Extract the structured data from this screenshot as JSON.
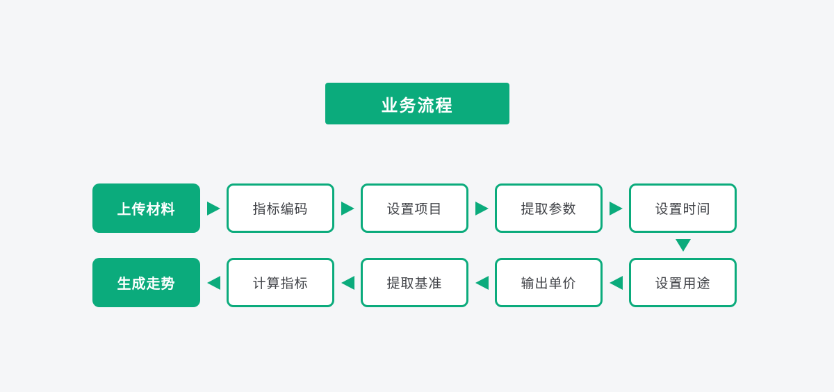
{
  "title": {
    "label": "业务流程"
  },
  "colors": {
    "accent_green": "#0bab7c",
    "background": "#f5f6f8",
    "node_text": "#3f4146",
    "filled_node_text": "#ffffff"
  },
  "flow": {
    "rows": [
      {
        "direction": "right",
        "nodes": [
          {
            "label": "上传材料",
            "variant": "filled"
          },
          {
            "label": "指标编码",
            "variant": "outline"
          },
          {
            "label": "设置项目",
            "variant": "outline"
          },
          {
            "label": "提取参数",
            "variant": "outline"
          },
          {
            "label": "设置时间",
            "variant": "outline"
          }
        ]
      },
      {
        "direction": "left",
        "nodes": [
          {
            "label": "生成走势",
            "variant": "filled"
          },
          {
            "label": "计算指标",
            "variant": "outline"
          },
          {
            "label": "提取基准",
            "variant": "outline"
          },
          {
            "label": "输出单价",
            "variant": "outline"
          },
          {
            "label": "设置用途",
            "variant": "outline"
          }
        ]
      }
    ],
    "row_connector": "down-arrow"
  }
}
